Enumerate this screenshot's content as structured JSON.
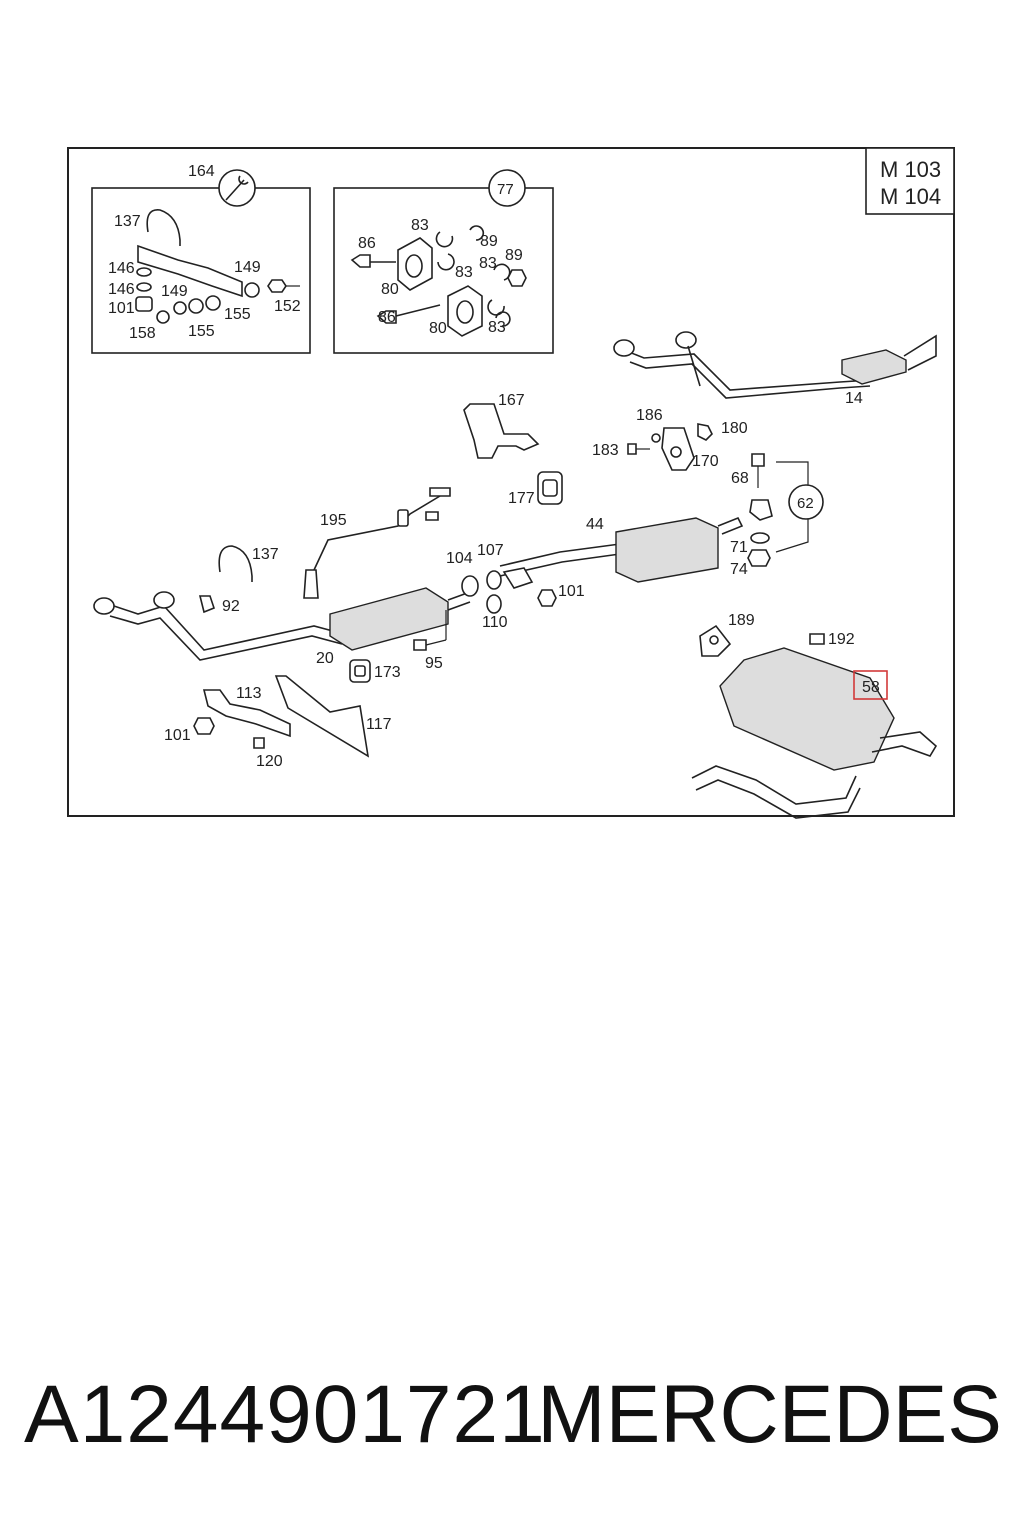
{
  "engine_codes": [
    "M 103",
    "M 104"
  ],
  "kit_circles": {
    "tool": "164",
    "kit": "77",
    "mount": "62"
  },
  "callouts": [
    {
      "id": "c137a",
      "text": "137"
    },
    {
      "id": "c146a",
      "text": "146"
    },
    {
      "id": "c146b",
      "text": "146"
    },
    {
      "id": "c101a",
      "text": "101"
    },
    {
      "id": "c149a",
      "text": "149"
    },
    {
      "id": "c149b",
      "text": "149"
    },
    {
      "id": "c152",
      "text": "152"
    },
    {
      "id": "c158",
      "text": "158"
    },
    {
      "id": "c155a",
      "text": "155"
    },
    {
      "id": "c155b",
      "text": "155"
    },
    {
      "id": "c86a",
      "text": "86"
    },
    {
      "id": "c83a",
      "text": "83"
    },
    {
      "id": "c89a",
      "text": "89"
    },
    {
      "id": "c89b",
      "text": "89"
    },
    {
      "id": "c83b",
      "text": "83"
    },
    {
      "id": "c83c",
      "text": "83"
    },
    {
      "id": "c80a",
      "text": "80"
    },
    {
      "id": "c86b",
      "text": "86"
    },
    {
      "id": "c80b",
      "text": "80"
    },
    {
      "id": "c83d",
      "text": "83"
    },
    {
      "id": "c14",
      "text": "14"
    },
    {
      "id": "c167",
      "text": "167"
    },
    {
      "id": "c186",
      "text": "186"
    },
    {
      "id": "c183",
      "text": "183"
    },
    {
      "id": "c180",
      "text": "180"
    },
    {
      "id": "c177",
      "text": "177"
    },
    {
      "id": "c68",
      "text": "68"
    },
    {
      "id": "c170",
      "text": "170"
    },
    {
      "id": "c195",
      "text": "195"
    },
    {
      "id": "c44",
      "text": "44"
    },
    {
      "id": "c71",
      "text": "71"
    },
    {
      "id": "c74",
      "text": "74"
    },
    {
      "id": "c137b",
      "text": "137"
    },
    {
      "id": "c104",
      "text": "104"
    },
    {
      "id": "c107",
      "text": "107"
    },
    {
      "id": "c101b",
      "text": "101"
    },
    {
      "id": "c92",
      "text": "92"
    },
    {
      "id": "c110",
      "text": "110"
    },
    {
      "id": "c189",
      "text": "189"
    },
    {
      "id": "c192",
      "text": "192"
    },
    {
      "id": "c20",
      "text": "20"
    },
    {
      "id": "c173",
      "text": "173"
    },
    {
      "id": "c95",
      "text": "95"
    },
    {
      "id": "c113",
      "text": "113"
    },
    {
      "id": "c117",
      "text": "117"
    },
    {
      "id": "c101c",
      "text": "101"
    },
    {
      "id": "c120",
      "text": "120"
    }
  ],
  "highlighted_callout": "58",
  "highlight_color": "#d23a3a",
  "footer": {
    "part_number": "A1244901721",
    "brand": "MERCEDES"
  }
}
